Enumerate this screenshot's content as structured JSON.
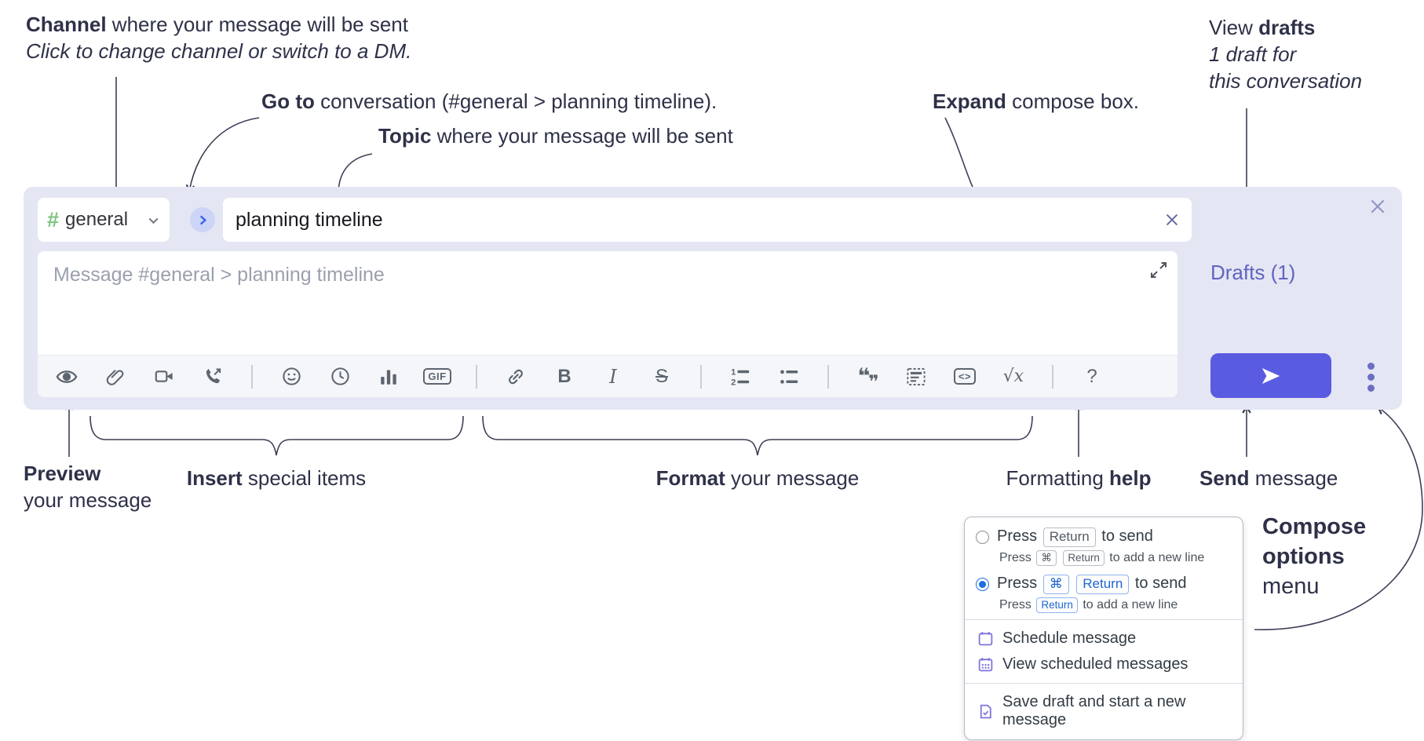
{
  "annotations": {
    "channel_line": {
      "bold": "Channel",
      "rest": " where your message will be sent"
    },
    "channel_sub": "Click to change channel or switch to a DM.",
    "goto": {
      "bold": "Go to",
      "rest": " conversation (#general > planning timeline)."
    },
    "topic": {
      "bold": "Topic",
      "rest": " where your message will be sent"
    },
    "expand": {
      "bold": "Expand",
      "rest": " compose box."
    },
    "view_drafts": {
      "pre": "View ",
      "bold": "drafts",
      "line2": "1 draft for",
      "line3": "this conversation"
    },
    "preview": {
      "bold": "Preview",
      "line2": "your message"
    },
    "insert": {
      "bold": "Insert",
      "rest": " special items"
    },
    "format": {
      "bold": "Format",
      "rest": " your message"
    },
    "formatting_help": {
      "pre": "Formatting ",
      "bold": "help"
    },
    "send": {
      "bold": "Send",
      "rest": " message"
    },
    "compose_options": {
      "line1": "Compose",
      "line2": "options",
      "line3": "menu"
    }
  },
  "compose": {
    "channel": {
      "hash": "#",
      "name": "general"
    },
    "topic_value": "planning timeline",
    "message_placeholder": "Message #general > planning timeline",
    "drafts_link": "Drafts (1)",
    "toolbar": {
      "icons": [
        "preview-eye",
        "attach-file",
        "video-call",
        "audio-call",
        "emoji",
        "add-global-time",
        "poll",
        "gif",
        "link",
        "bold",
        "italic",
        "strikethrough",
        "numbered-list",
        "bulleted-list",
        "quote",
        "spoiler",
        "code",
        "math",
        "help"
      ],
      "gif": "GIF",
      "bold": "B",
      "italic": "I",
      "strikethrough": "S",
      "quote_open": "❝",
      "quote_close": "❞",
      "code": "<>",
      "math": "√x",
      "help": "?"
    }
  },
  "popup": {
    "option1": {
      "press": "Press",
      "key": "Return",
      "after": "to send",
      "sub": {
        "press": "Press",
        "key1": "⌘",
        "key2": "Return",
        "after": "to add a new line"
      }
    },
    "option2": {
      "press": "Press",
      "key1": "⌘",
      "key2": "Return",
      "after": "to send",
      "sub": {
        "press": "Press",
        "key": "Return",
        "after": "to add a new line"
      }
    },
    "menu_items": [
      {
        "label": "Schedule message"
      },
      {
        "label": "View scheduled messages"
      },
      {
        "label": "Save draft and start a new message"
      }
    ]
  },
  "colors": {
    "panel": "#e4e6f4",
    "accent_send": "#595be0",
    "drafts_link": "#6064bf",
    "hash_green": "#7bc47f",
    "goto_blue": "#3f63e8",
    "popup_icon_purple": "#7d74da",
    "radio_blue": "#1a6fe0",
    "kbd_blue": "#1e66d0",
    "annotation_text": "#2e3148"
  }
}
